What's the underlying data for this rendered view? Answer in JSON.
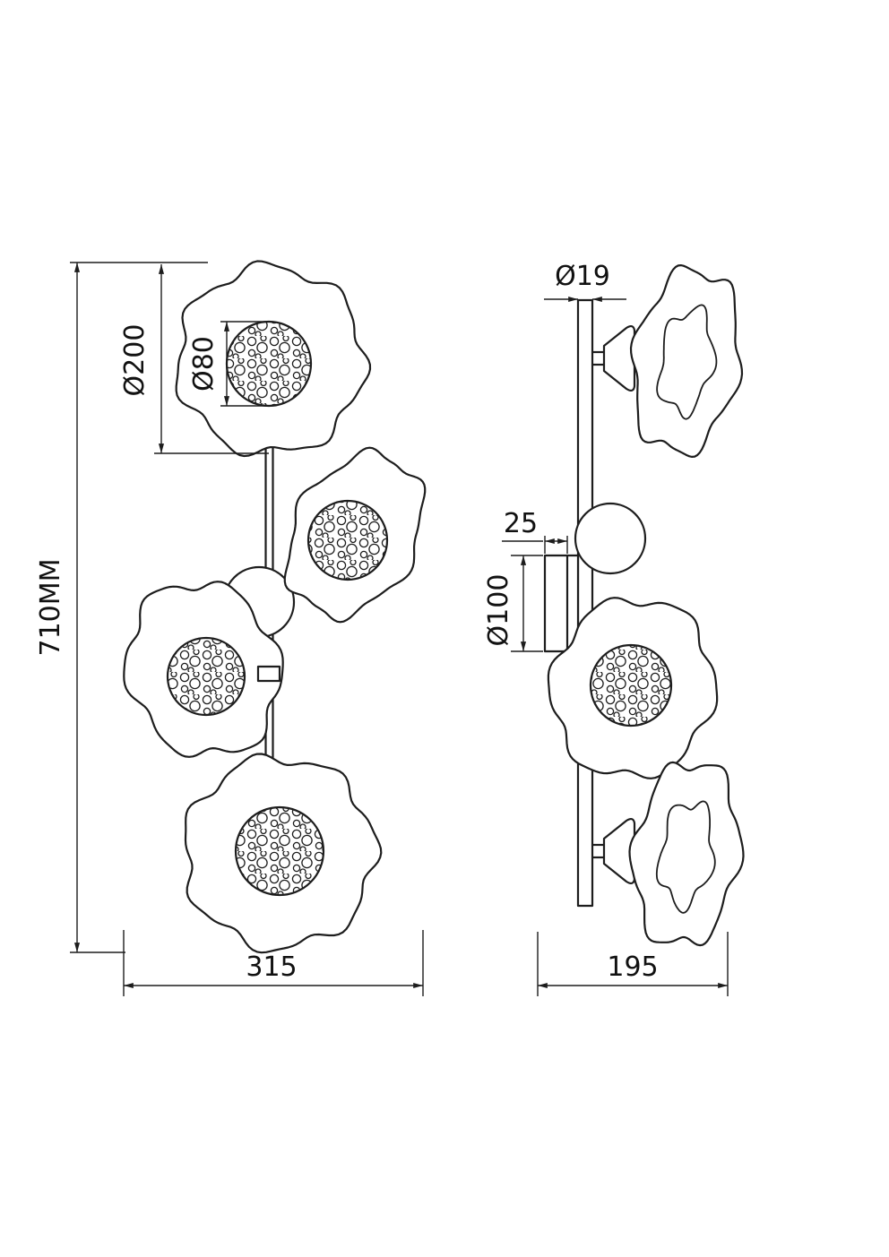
{
  "drawing": {
    "front_view": {
      "height_label": "710MM",
      "shade_diameter_label": "Ø200",
      "ball_diameter_label": "Ø80",
      "width_label": "315"
    },
    "side_view": {
      "stem_diameter_label": "Ø19",
      "canopy_depth_label": "25",
      "canopy_diameter_label": "Ø100",
      "depth_label": "195"
    },
    "colors": {
      "line": "#1d1d1d",
      "background": "#ffffff"
    }
  }
}
